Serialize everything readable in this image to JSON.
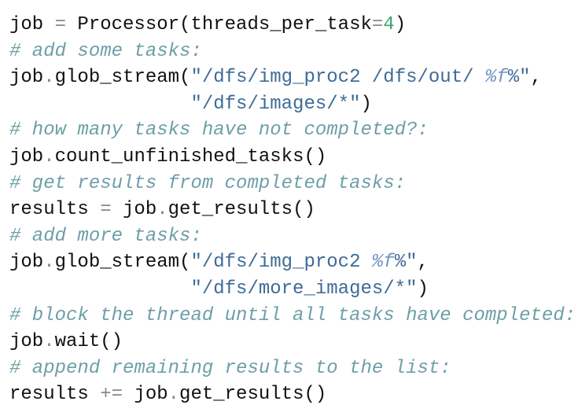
{
  "lines": [
    [
      [
        "plain",
        "job "
      ],
      [
        "op",
        "="
      ],
      [
        "plain",
        " Processor(threads_per_task"
      ],
      [
        "op",
        "="
      ],
      [
        "num",
        "4"
      ],
      [
        "plain",
        ")"
      ]
    ],
    [
      [
        "com",
        "# add some tasks:"
      ]
    ],
    [
      [
        "plain",
        "job"
      ],
      [
        "dot",
        "."
      ],
      [
        "plain",
        "glob_stream("
      ],
      [
        "str",
        "\"/dfs/img_proc2 /dfs/out/ "
      ],
      [
        "fmt",
        "%f"
      ],
      [
        "str",
        "%\""
      ],
      [
        "plain",
        ","
      ]
    ],
    [
      [
        "plain",
        "                "
      ],
      [
        "str",
        "\"/dfs/images/*\""
      ],
      [
        "plain",
        ")"
      ]
    ],
    [
      [
        "com",
        "# how many tasks have not completed?:"
      ]
    ],
    [
      [
        "plain",
        "job"
      ],
      [
        "dot",
        "."
      ],
      [
        "plain",
        "count_unfinished_tasks()"
      ]
    ],
    [
      [
        "com",
        "# get results from completed tasks:"
      ]
    ],
    [
      [
        "plain",
        "results "
      ],
      [
        "op",
        "="
      ],
      [
        "plain",
        " job"
      ],
      [
        "dot",
        "."
      ],
      [
        "plain",
        "get_results()"
      ]
    ],
    [
      [
        "com",
        "# add more tasks:"
      ]
    ],
    [
      [
        "plain",
        "job"
      ],
      [
        "dot",
        "."
      ],
      [
        "plain",
        "glob_stream("
      ],
      [
        "str",
        "\"/dfs/img_proc2 "
      ],
      [
        "fmt",
        "%f"
      ],
      [
        "str",
        "%\""
      ],
      [
        "plain",
        ","
      ]
    ],
    [
      [
        "plain",
        "                "
      ],
      [
        "str",
        "\"/dfs/more_images/*\""
      ],
      [
        "plain",
        ")"
      ]
    ],
    [
      [
        "com",
        "# block the thread until all tasks have completed:"
      ]
    ],
    [
      [
        "plain",
        "job"
      ],
      [
        "dot",
        "."
      ],
      [
        "plain",
        "wait()"
      ]
    ],
    [
      [
        "com",
        "# append remaining results to the list:"
      ]
    ],
    [
      [
        "plain",
        "results "
      ],
      [
        "op",
        "+="
      ],
      [
        "plain",
        " job"
      ],
      [
        "dot",
        "."
      ],
      [
        "plain",
        "get_results()"
      ]
    ]
  ]
}
